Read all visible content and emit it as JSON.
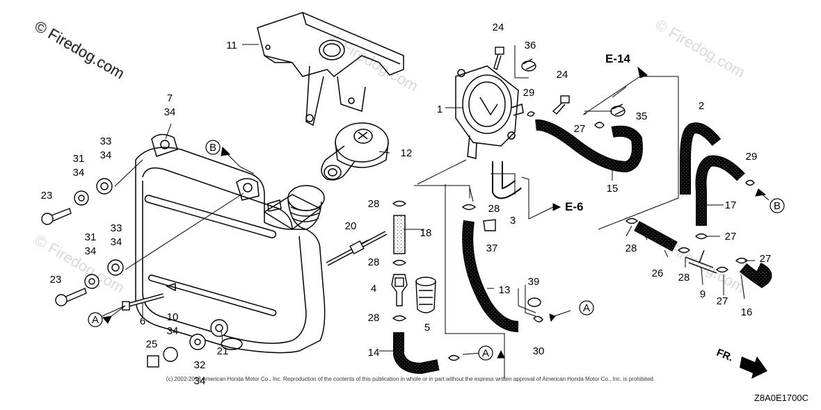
{
  "watermark": {
    "text": "© Firedog.com"
  },
  "copyright": "(c) 2002-2013 American Honda Motor Co., Inc. Reproduction of the contents of this publication in whole or in part without the express written approval of American Honda Motor Co., Inc. is prohibited.",
  "diagram_code": "Z8A0E1700C",
  "direction_label": "FR.",
  "section_refs": {
    "e14": "E-14",
    "e6": "E-6"
  },
  "circle_refs": {
    "a": "A",
    "b": "B"
  },
  "callouts": {
    "c1": "1",
    "c2": "2",
    "c3": "3",
    "c4": "4",
    "c5": "5",
    "c6": "6",
    "c7": "7",
    "c9": "9",
    "c10": "10",
    "c11": "11",
    "c12": "12",
    "c13": "13",
    "c14": "14",
    "c15": "15",
    "c16": "16",
    "c17": "17",
    "c18": "18",
    "c20": "20",
    "c21": "21",
    "c23": "23",
    "c24": "24",
    "c25": "25",
    "c26": "26",
    "c27": "27",
    "c28": "28",
    "c29": "29",
    "c30": "30",
    "c31": "31",
    "c32": "32",
    "c33": "33",
    "c34": "34",
    "c35": "35",
    "c36": "36",
    "c37": "37",
    "c39": "39"
  }
}
